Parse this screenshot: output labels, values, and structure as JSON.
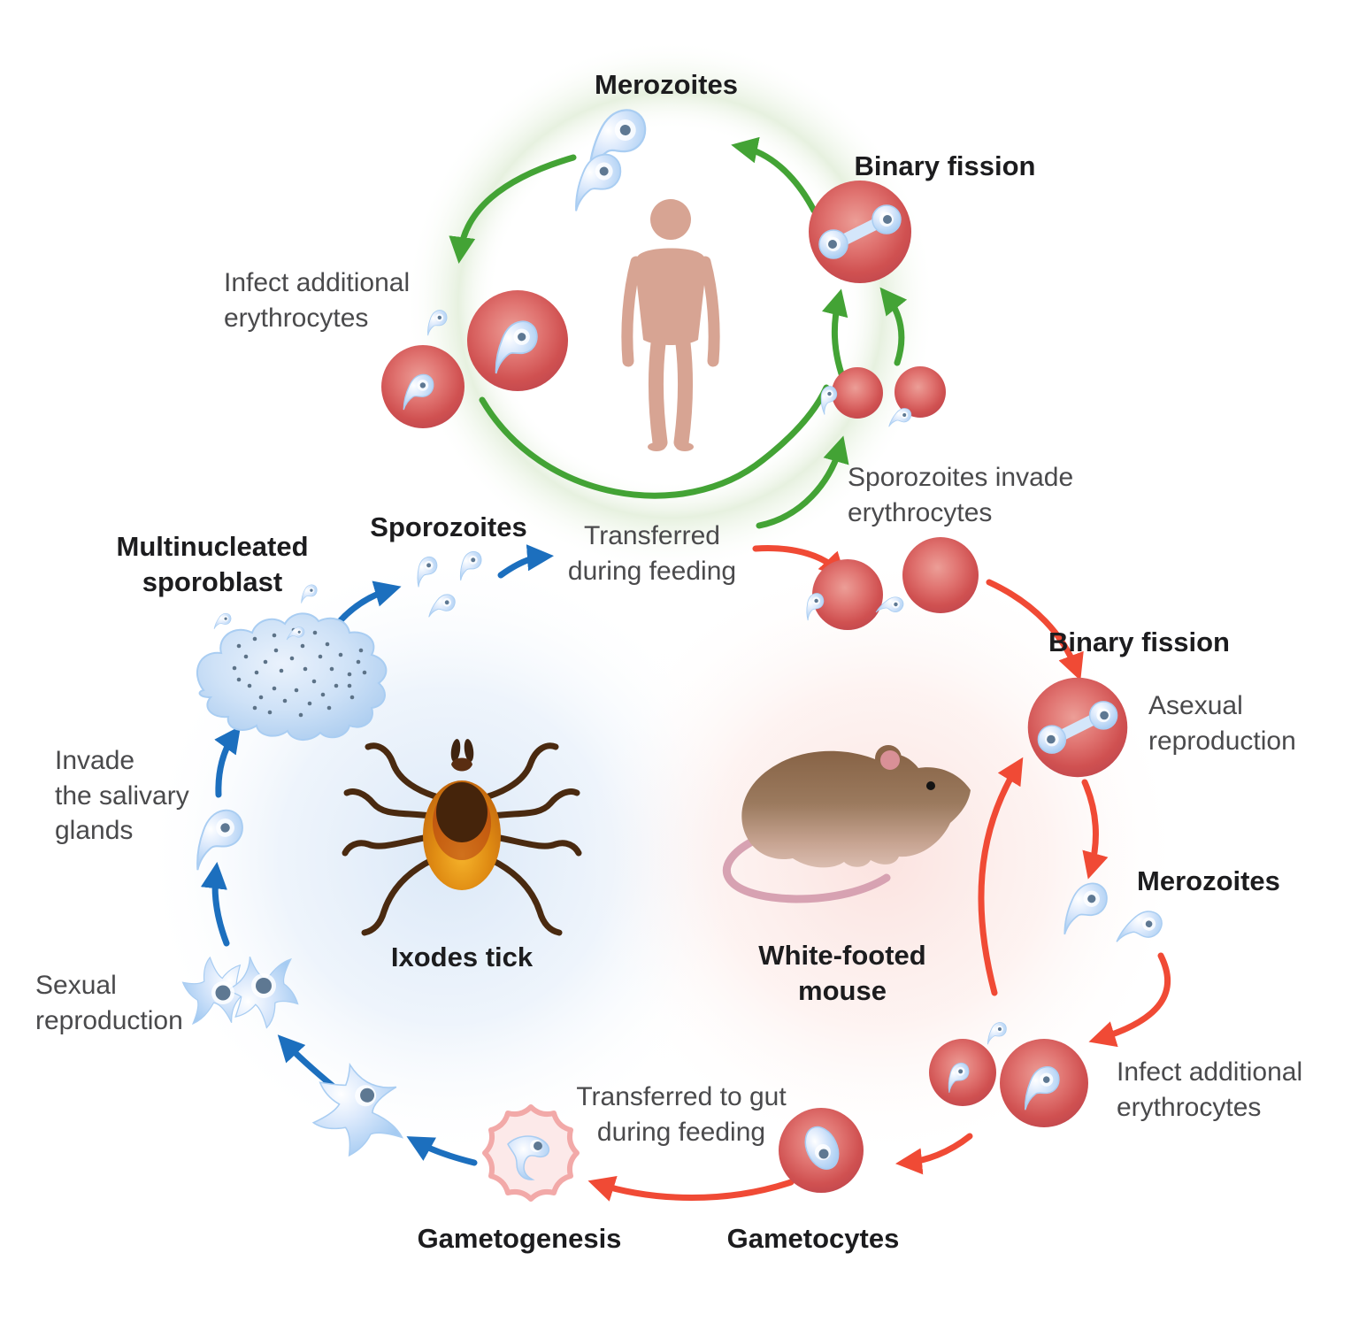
{
  "human_cycle": {
    "merozoites": "Merozoites",
    "binary_fission": "Binary fission",
    "infect_additional": "Infect additional\nerythrocytes",
    "sporozoites_invade": "Sporozoites invade\nerythrocytes",
    "transferred_during_feeding": "Transferred\nduring feeding"
  },
  "mouse_cycle": {
    "binary_fission": "Binary fission",
    "asexual_reproduction": "Asexual\nreproduction",
    "merozoites": "Merozoites",
    "infect_additional": "Infect additional\nerythrocytes",
    "gametocytes": "Gametocytes"
  },
  "tick_cycle": {
    "gametogenesis": "Gametogenesis",
    "transferred_to_gut": "Transferred to gut\nduring feeding",
    "sexual_reproduction": "Sexual\nreproduction",
    "invade_salivary": "Invade\nthe salivary\nglands",
    "multinucleated_sporoblast": "Multinucleated\nsporoblast",
    "sporozoites": "Sporozoites"
  },
  "hosts": {
    "tick": "Ixodes tick",
    "mouse": "White-footed\nmouse"
  },
  "colors": {
    "arrow_green": "#43a335",
    "arrow_red": "#f04a35",
    "arrow_blue": "#1c6fbe",
    "label_dark": "#1c1c1e",
    "label_gray": "#4a4a4c",
    "red_cell": "#d45b5b",
    "blue_cell": "#bcd9f6",
    "tick_body": "#df8a13",
    "mouse_body": "#8d6949",
    "human_body": "#d7a493"
  }
}
